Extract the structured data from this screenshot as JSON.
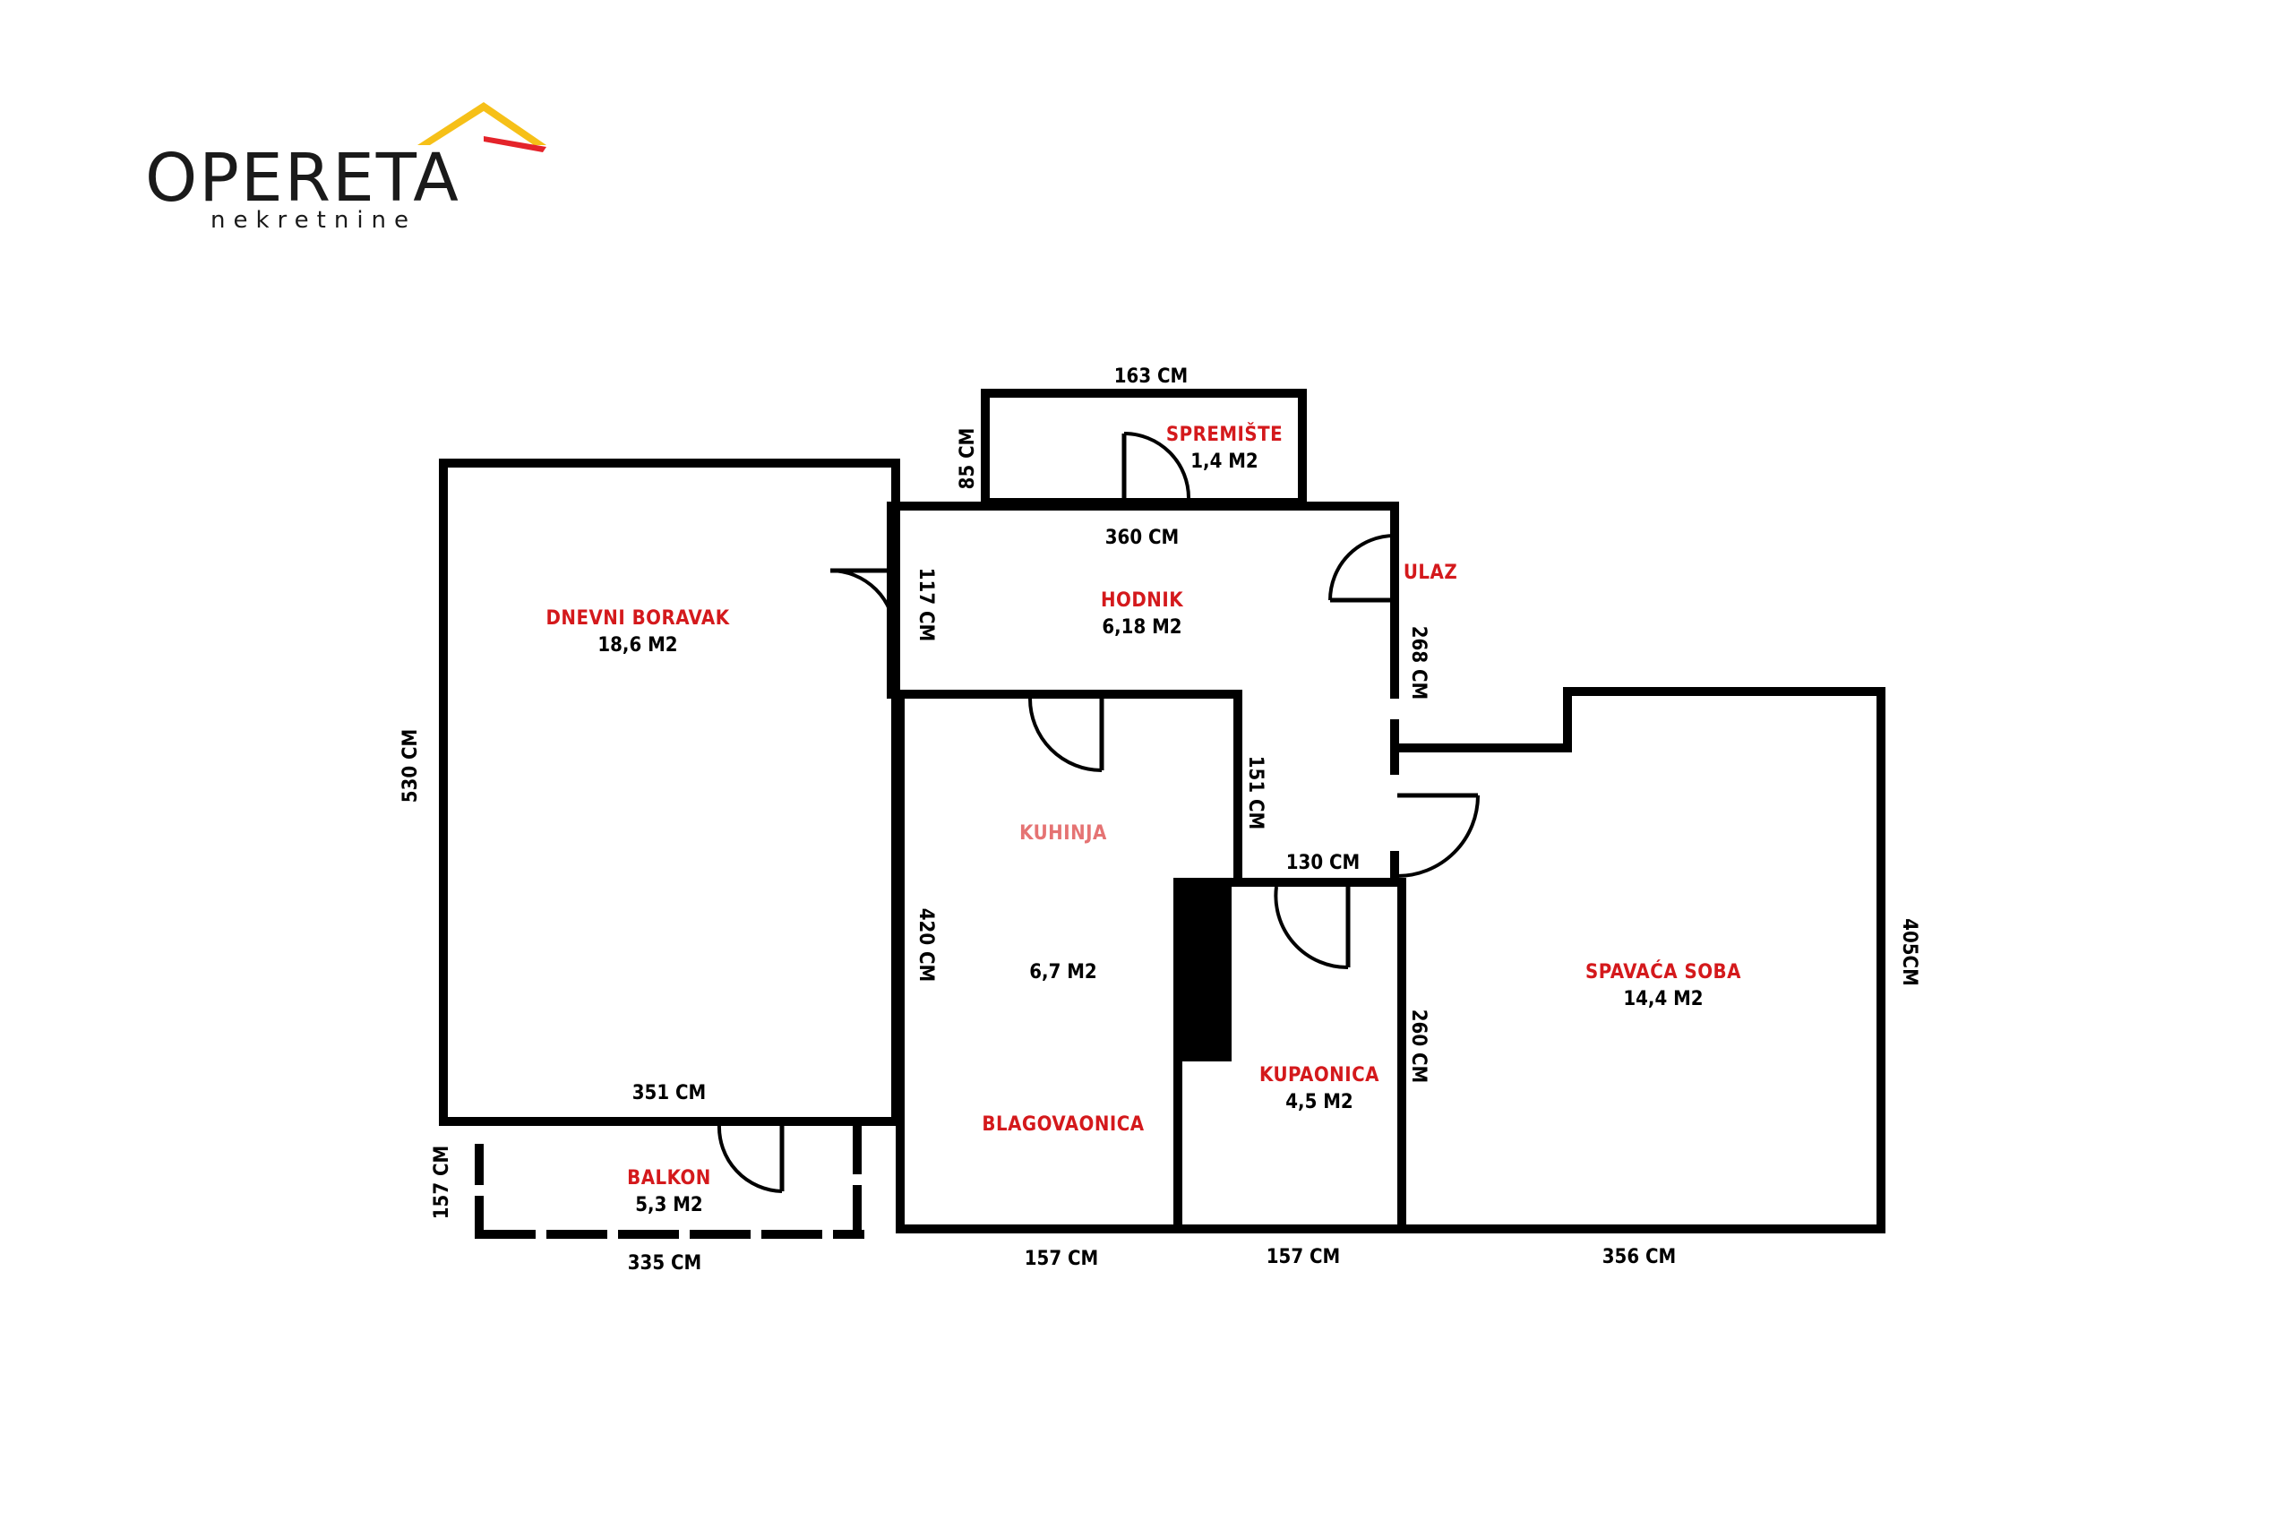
{
  "logo": {
    "wordmark": "OPERETA",
    "tagline": "nekretnine",
    "roof_color": "#f6c018",
    "roof_accent": "#e4232a"
  },
  "rooms": {
    "dnevni_boravak": {
      "name": "DNEVNI BORAVAK",
      "area": "18,6 M2"
    },
    "spremiste": {
      "name": "SPREMIŠTE",
      "area": "1,4 M2"
    },
    "hodnik": {
      "name": "HODNIK",
      "area": "6,18 M2"
    },
    "ulaz": {
      "name": "ULAZ"
    },
    "kuhinja": {
      "name": "KUHINJA",
      "area": "6,7 M2"
    },
    "blagovaonica": {
      "name": "BLAGOVAONICA"
    },
    "kupaonica": {
      "name": "KUPAONICA",
      "area": "4,5 M2"
    },
    "spavaca_soba": {
      "name": "SPAVAĆA SOBA",
      "area": "14,4 M2"
    },
    "balkon": {
      "name": "BALKON",
      "area": "5,3 M2"
    }
  },
  "dimensions": {
    "spremiste_width": "163 CM",
    "spremiste_depth": "85 CM",
    "hodnik_width": "360 CM",
    "hodnik_depth": "117 CM",
    "ulaz_depth": "268 CM",
    "hall_stub_depth": "151 CM",
    "hall_stub_width": "130 CM",
    "boravak_height": "530 CM",
    "boravak_width": "351 CM",
    "kuhinja_height": "420 CM",
    "kupaonica_height": "260 CM",
    "soba_height": "405CM",
    "balkon_depth": "157 CM",
    "balkon_width": "335 CM",
    "kuhinja_width": "157 CM",
    "kupaonica_width": "157 CM",
    "soba_width": "356 CM"
  },
  "colors": {
    "room_label": "#d4191c",
    "kuhinja_label": "#e57373",
    "walls": "#000000"
  }
}
